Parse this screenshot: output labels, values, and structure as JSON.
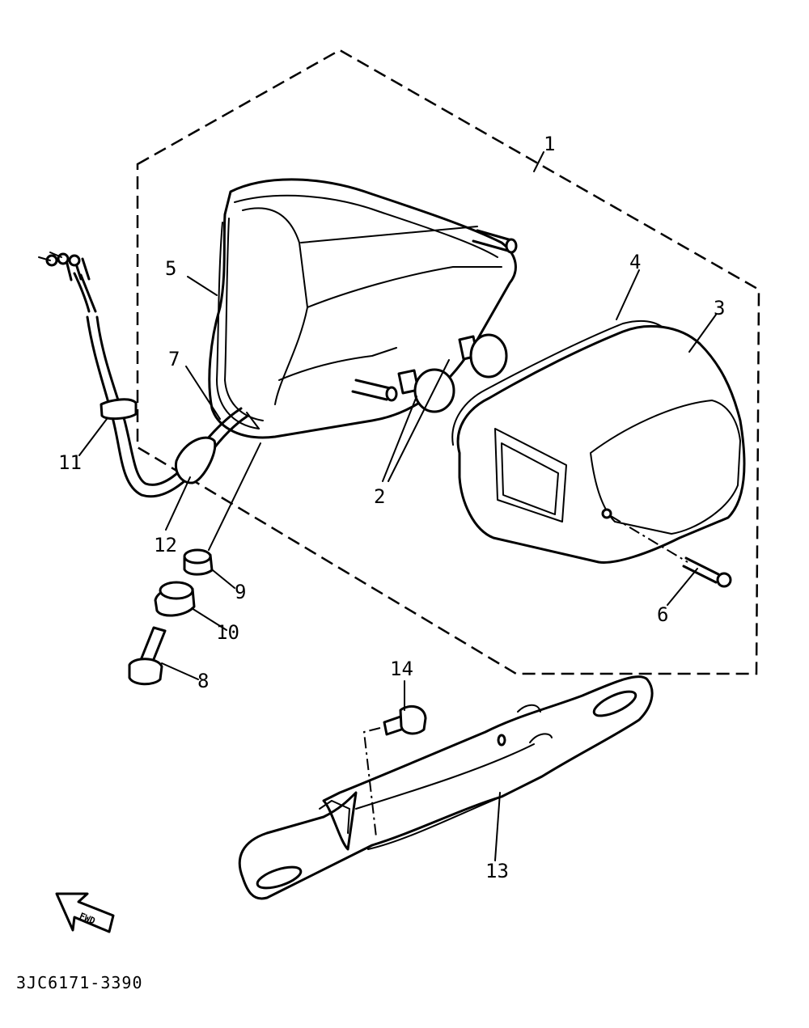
{
  "callouts": {
    "p1": "1",
    "p2": "2",
    "p3": "3",
    "p4": "4",
    "p5": "5",
    "p6": "6",
    "p7": "7",
    "p8": "8",
    "p9": "9",
    "p10": "10",
    "p11": "11",
    "p12": "12",
    "p13": "13",
    "p14": "14"
  },
  "fwd_label": "FWD",
  "diagram_code": "3JC6171-3390"
}
